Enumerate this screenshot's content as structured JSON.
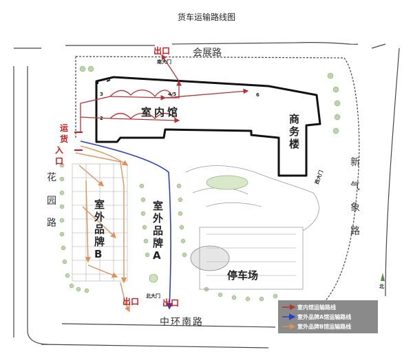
{
  "title": "货车运输路线图",
  "roads": {
    "huizhan": "会展路",
    "huayuan": "花园路",
    "xinqixiang": "新气象路",
    "zhonghuannan": "中环南路"
  },
  "gates": {
    "south_gate": "南大门",
    "west_gate": "西大门",
    "north_gate": "北大门"
  },
  "labels": {
    "exit": "出口",
    "entry": "运货入口",
    "indoor_hall": "室内馆",
    "business_building": "商务楼",
    "outdoor_b": "室外品牌B馆",
    "outdoor_a": "室外品牌A馆",
    "parking": "停车场",
    "north": "北"
  },
  "dock_numbers": [
    "3",
    "2",
    "4/5",
    "6"
  ],
  "legend": [
    {
      "label": "室内馆运输路线",
      "color": "#b43232"
    },
    {
      "label": "室外品牌A馆运输路线",
      "color": "#2a3fbf"
    },
    {
      "label": "室外品牌B馆运输路线",
      "color": "#e0905a"
    }
  ],
  "colors": {
    "indoor_route": "#b43232",
    "brand_a_route": "#2a3fbf",
    "brand_b_route": "#e0905a",
    "exit_text": "#d01818",
    "legend_bg": "#8a8a8a"
  }
}
